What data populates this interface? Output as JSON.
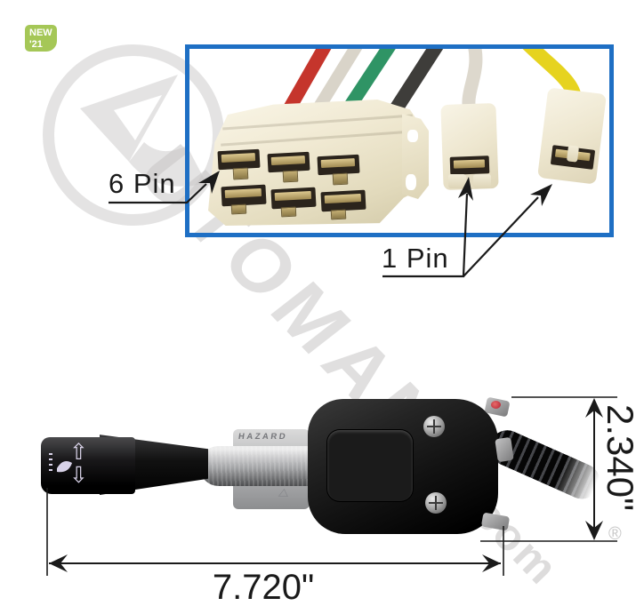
{
  "badge": {
    "line1": "NEW",
    "line2": "'21"
  },
  "callouts": {
    "six_pin": "6 Pin",
    "one_pin": "1 Pin"
  },
  "dimensions": {
    "length": "7.720\"",
    "height": "2.340\""
  },
  "part": {
    "hazard_label": "HAZARD",
    "bracket_arrow": "◁"
  },
  "lever_icons": {
    "up_arrow": "⇧",
    "down_arrow": "⇩"
  },
  "watermark": {
    "letters": "UTOMANN",
    "domain": ".com",
    "registered": "®"
  },
  "colors": {
    "box_border": "#1e6fc4",
    "badge_green": "#a5c757",
    "annotation": "#1a1a1a",
    "watermark_gray": "#c6c5c5",
    "wire_red": "#c5352c",
    "wire_white": "#d9d4c9",
    "wire_green": "#2f9465",
    "wire_black": "#3e3d3a",
    "wire_yellow": "#e6d31f",
    "connector_ivory": "#f0e9d2",
    "terminal_brass": "#c4af74"
  }
}
